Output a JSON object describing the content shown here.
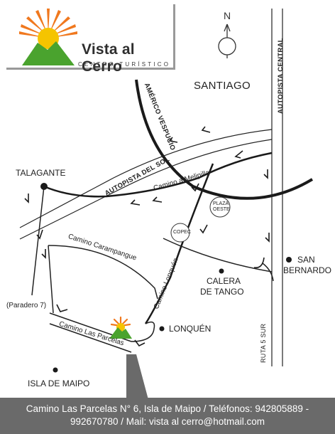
{
  "brand": {
    "name": "Vista al Cerro",
    "tagline": "CENTRO TURÍSTICO"
  },
  "compass": {
    "north": "N"
  },
  "places": {
    "santiago": "SANTIAGO",
    "talagante": "TALAGANTE",
    "san_bernardo_1": "SAN",
    "san_bernardo_2": "BERNARDO",
    "calera_1": "CALERA",
    "calera_2": "DE TANGO",
    "lonquen": "LONQUÉN",
    "isla_de_maipo": "ISLA DE MAIPO",
    "paradero": "(Paradero 7)"
  },
  "roads": {
    "autopista_central": "AUTOPISTA CENTRAL",
    "americo_vespucio": "AMÉRICO VESPUCIO",
    "autopista_del_sol": "AUTOPISTA DEL SOL",
    "camino_melipilla": "Camino a Melipilla",
    "camino_carampangue": "Camino Carampangue",
    "camino_lonquen": "Camino Lonquén",
    "camino_las_parcelas": "Camino Las Parcelas",
    "ruta_5_sur": "RUTA 5 SUR"
  },
  "landmarks": {
    "plaza_oeste_1": "PLAZA",
    "plaza_oeste_2": "OESTE",
    "copec": "COPEC"
  },
  "footer": {
    "line1": "Camino Las Parcelas N° 6, Isla de Maipo /  Teléfonos: 942805889 -",
    "line2": "992670780   / Mail: vista al cerro@hotmail.com"
  },
  "colors": {
    "sun_orange": "#f0781e",
    "sun_yellow": "#f5c400",
    "hill_green": "#4aa32e",
    "footer_gray": "#6a6a6a",
    "road_black": "#1a1a1a"
  }
}
